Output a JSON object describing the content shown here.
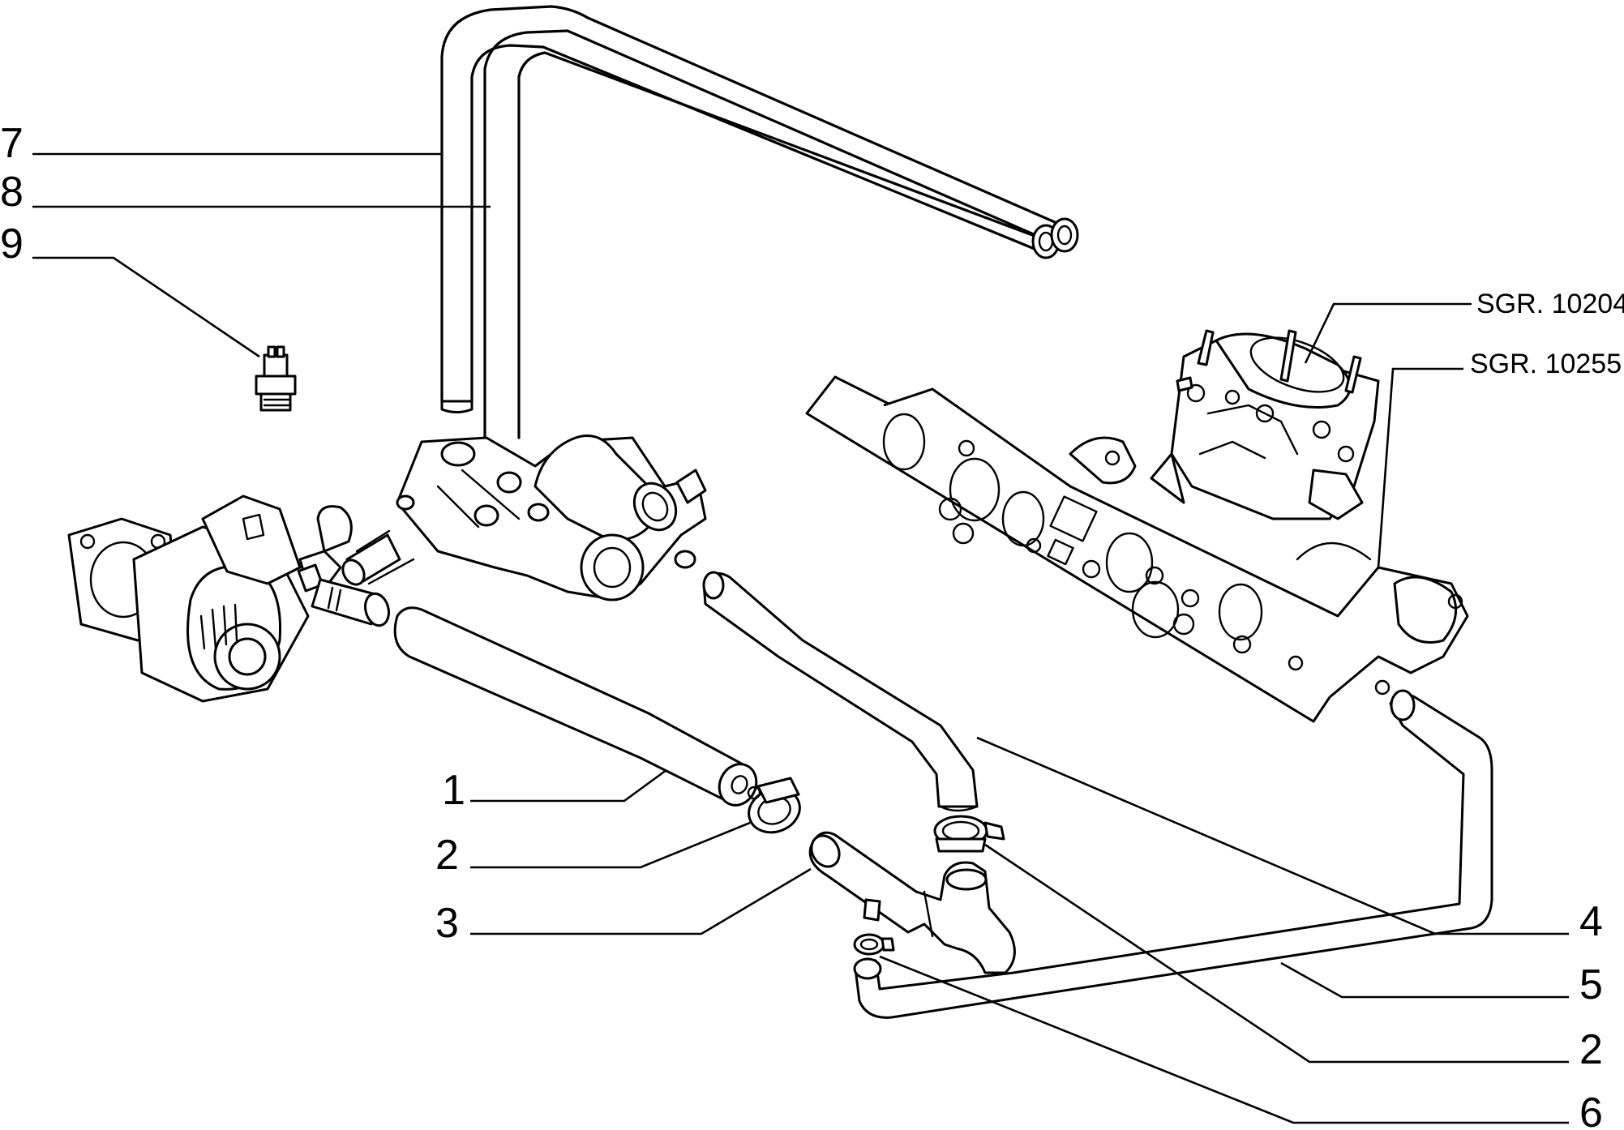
{
  "callouts": {
    "c1": "1",
    "c2a": "2",
    "c3": "3",
    "c4": "4",
    "c5": "5",
    "c2b": "2",
    "c6": "6",
    "c7": "7",
    "c8": "8",
    "c9": "9"
  },
  "references": {
    "carburetor": "SGR. 10204",
    "manifold": "SGR. 10255"
  }
}
